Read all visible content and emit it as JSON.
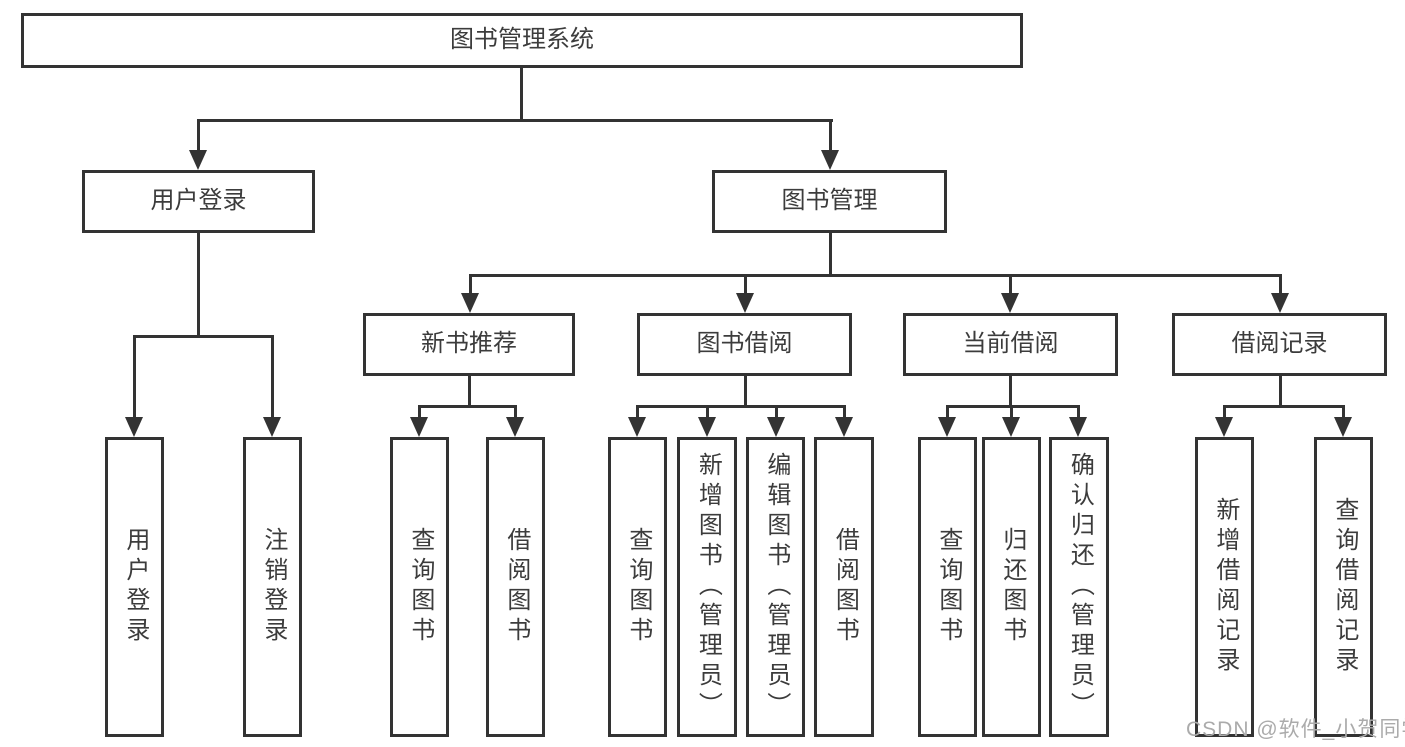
{
  "diagram_type": "hierarchy-tree",
  "tree": {
    "label": "图书管理系统",
    "children": [
      {
        "label": "用户登录",
        "children": [
          {
            "label": "用户登录"
          },
          {
            "label": "注销登录"
          }
        ]
      },
      {
        "label": "图书管理",
        "children": [
          {
            "label": "新书推荐",
            "children": [
              {
                "label": "查询图书"
              },
              {
                "label": "借阅图书"
              }
            ]
          },
          {
            "label": "图书借阅",
            "children": [
              {
                "label": "查询图书"
              },
              {
                "label": "新增图书（管理员）"
              },
              {
                "label": "编辑图书（管理员）"
              },
              {
                "label": "借阅图书"
              }
            ]
          },
          {
            "label": "当前借阅",
            "children": [
              {
                "label": "查询图书"
              },
              {
                "label": "归还图书"
              },
              {
                "label": "确认归还（管理员）"
              }
            ]
          },
          {
            "label": "借阅记录",
            "children": [
              {
                "label": "新增借阅记录"
              },
              {
                "label": "查询借阅记录"
              }
            ]
          }
        ]
      }
    ]
  },
  "watermark": {
    "text": "CSDN @软件_小贺同学"
  },
  "colors": {
    "line": "#333333",
    "text": "#3c3c3c",
    "background": "#ffffff",
    "watermark": "#ababab"
  }
}
